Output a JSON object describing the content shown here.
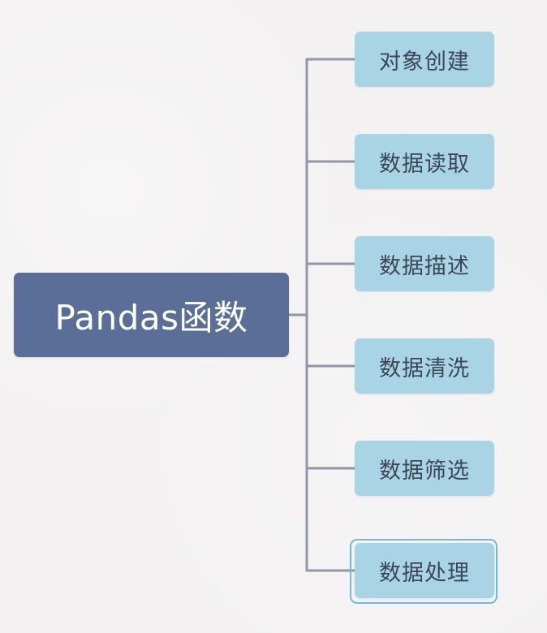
{
  "diagram": {
    "type": "mind-map",
    "root": {
      "label": "Pandas函数"
    },
    "branches": [
      {
        "label": "对象创建"
      },
      {
        "label": "数据读取"
      },
      {
        "label": "数据描述"
      },
      {
        "label": "数据清洗"
      },
      {
        "label": "数据筛选"
      },
      {
        "label": "数据处理",
        "selected": true
      }
    ]
  },
  "colors": {
    "background": "#f3f1f1",
    "root_fill": "#5a6e98",
    "child_fill": "#a8d4e6",
    "connector": "#8f97a8",
    "selection": "#6db9ef"
  }
}
